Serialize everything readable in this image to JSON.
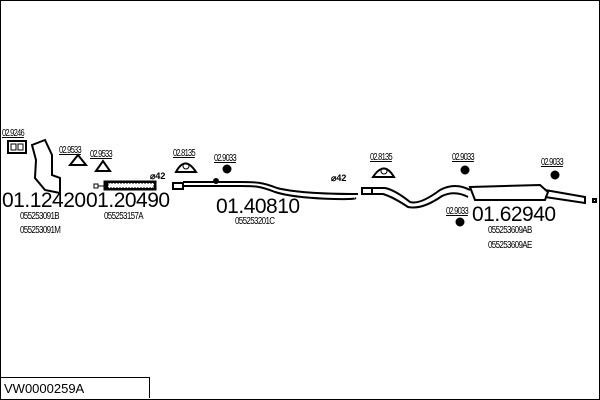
{
  "diagram_code": "VW0000259A",
  "parts": [
    {
      "number": "01.12420",
      "refs": [
        "055253091B",
        "055253091M"
      ]
    },
    {
      "number": "01.20490",
      "refs": [
        "055253157A"
      ]
    },
    {
      "number": "01.40810",
      "refs": [
        "055253201C"
      ]
    },
    {
      "number": "01.62940",
      "refs": [
        "055253609AB",
        "055253609AE"
      ]
    }
  ],
  "accessories": {
    "a1": "02.9246",
    "a2": "02.9533",
    "a3": "02.9533",
    "a4": "02.8135",
    "a5": "02.9033",
    "a6": "02.8135",
    "a7": "02.9033",
    "a8": "02.9033",
    "a9": "02.9033"
  },
  "diameters": {
    "d1": "⌀42",
    "d2": "⌀42"
  }
}
